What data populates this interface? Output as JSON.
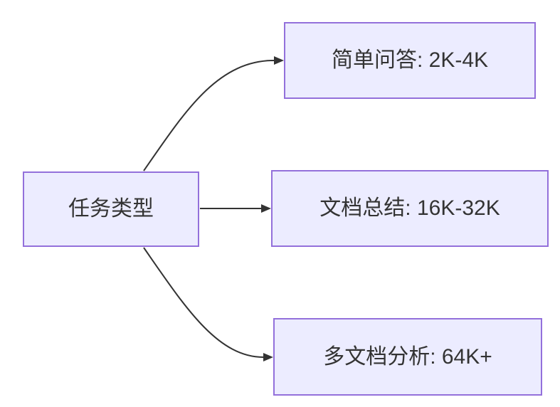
{
  "diagram": {
    "type": "flowchart",
    "direction": "left-to-right",
    "root": {
      "id": "task-type",
      "label": "任务类型"
    },
    "branches": [
      {
        "id": "simple-qa",
        "label": "简单问答: 2K-4K"
      },
      {
        "id": "doc-summary",
        "label": "文档总结: 16K-32K"
      },
      {
        "id": "multi-doc-analysis",
        "label": "多文档分析: 64K+"
      }
    ],
    "edges": [
      {
        "from": "task-type",
        "to": "simple-qa",
        "style": "curved"
      },
      {
        "from": "task-type",
        "to": "doc-summary",
        "style": "straight"
      },
      {
        "from": "task-type",
        "to": "multi-doc-analysis",
        "style": "curved"
      }
    ],
    "colors": {
      "node_fill": "#ECECFF",
      "node_border": "#9370DB",
      "edge_line": "#333333",
      "text": "#333333",
      "background": "#FFFFFF"
    }
  }
}
